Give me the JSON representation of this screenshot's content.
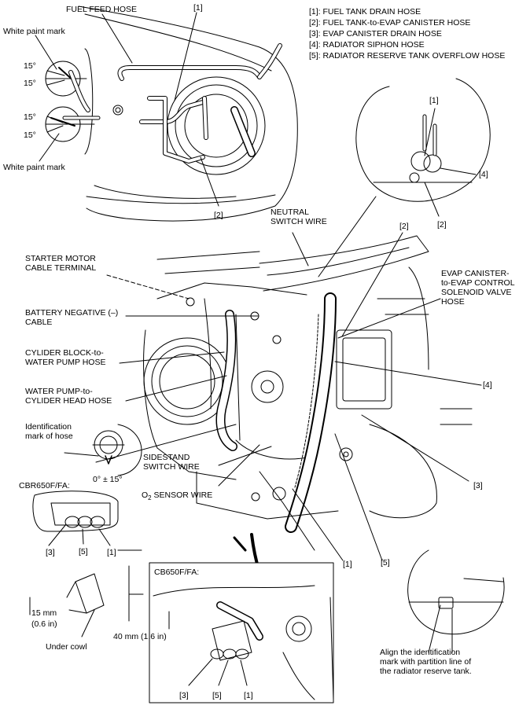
{
  "legend": {
    "item1": "[1]: FUEL TANK DRAIN HOSE",
    "item2": "[2]: FUEL TANK-to-EVAP CANISTER HOSE",
    "item3": "[3]: EVAP CANISTER DRAIN HOSE",
    "item4": "[4]: RADIATOR SIPHON HOSE",
    "item5": "[5]: RADIATOR RESERVE TANK OVERFLOW HOSE"
  },
  "top_view": {
    "fuel_feed_hose": "FUEL FEED HOSE",
    "white_mark_top": "White paint mark",
    "white_mark_bottom": "White paint mark",
    "angle_a": "15°",
    "angle_b": "15°",
    "angle_c": "15°",
    "angle_d": "15°",
    "ref_1": "[1]",
    "ref_2": "[2]"
  },
  "detail_top_right": {
    "ref_1": "[1]",
    "ref_4": "[4]",
    "ref_2": "[2]"
  },
  "main_view": {
    "neutral_line1": "NEUTRAL",
    "neutral_line2": "SWITCH WIRE",
    "ref_2": "[2]",
    "evap_line1": "EVAP CANISTER-",
    "evap_line2": "to-EVAP CONTROL",
    "evap_line3": "SOLENOID VALVE",
    "evap_line4": "HOSE",
    "starter_line1": "STARTER MOTOR",
    "starter_line2": "CABLE TERMINAL",
    "battery_line1": "BATTERY NEGATIVE (–)",
    "battery_line2": "CABLE",
    "cyl_block_line1": "CYLIDER BLOCK-to-",
    "cyl_block_line2": "WATER PUMP HOSE",
    "water_pump_line1": "WATER PUMP-to-",
    "water_pump_line2": "CYLIDER HEAD HOSE",
    "ref_4": "[4]",
    "ident_line1": "Identification",
    "ident_line2": "mark of hose",
    "angle_tol": "0° ± 15°",
    "sidestand_line1": "SIDESTAND",
    "sidestand_line2": "SWITCH WIRE",
    "o2_prefix": "O",
    "o2_sub": "2",
    "o2_suffix": " SENSOR WIRE",
    "ref_3": "[3]",
    "ref_1": "[1]",
    "ref_5": "[5]"
  },
  "cbr_detail": {
    "title": "CBR650F/FA:",
    "ref_3": "[3]",
    "ref_5": "[5]",
    "ref_1": "[1]",
    "dim_15mm": "15 mm",
    "dim_15in": "(0.6 in)",
    "under_cowl": "Under cowl"
  },
  "cb_detail": {
    "title": "CB650F/FA:",
    "dim_40": "40 mm (1.6 in)",
    "ref_3": "[3]",
    "ref_5": "[5]",
    "ref_1": "[1]"
  },
  "reserve_detail": {
    "note_line1": "Align the identification",
    "note_line2": "mark with partition line of",
    "note_line3": "the radiator reserve tank."
  }
}
